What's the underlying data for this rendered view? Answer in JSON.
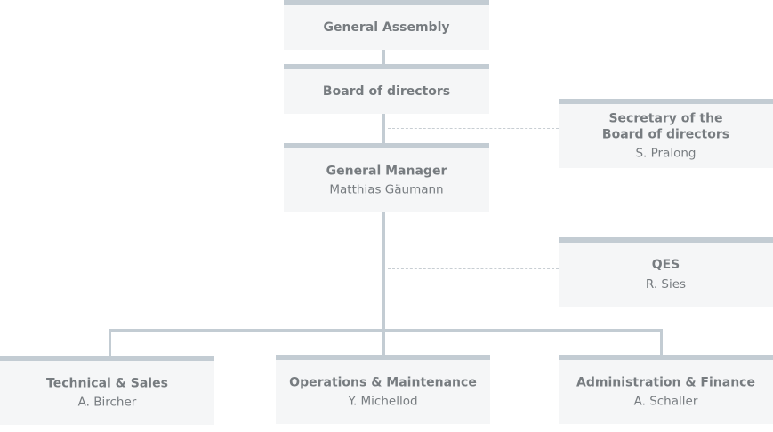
{
  "chart": {
    "general_assembly": {
      "title": "General Assembly"
    },
    "board": {
      "title": "Board of directors"
    },
    "general_manager": {
      "title": "General Manager",
      "name": "Matthias Gäumann"
    },
    "secretary": {
      "title_line1": "Secretary of the",
      "title_line2": "Board of directors",
      "name": "S. Pralong"
    },
    "qes": {
      "title": "QES",
      "name": "R. Sies"
    },
    "departments": [
      {
        "title": "Technical & Sales",
        "name": "A. Bircher"
      },
      {
        "title": "Operations & Maintenance",
        "name": "Y. Michellod"
      },
      {
        "title": "Administration & Finance",
        "name": "A. Schaller"
      }
    ]
  },
  "colors": {
    "box_bg": "#f5f6f7",
    "accent": "#c3ccd3",
    "text": "#777c80"
  }
}
